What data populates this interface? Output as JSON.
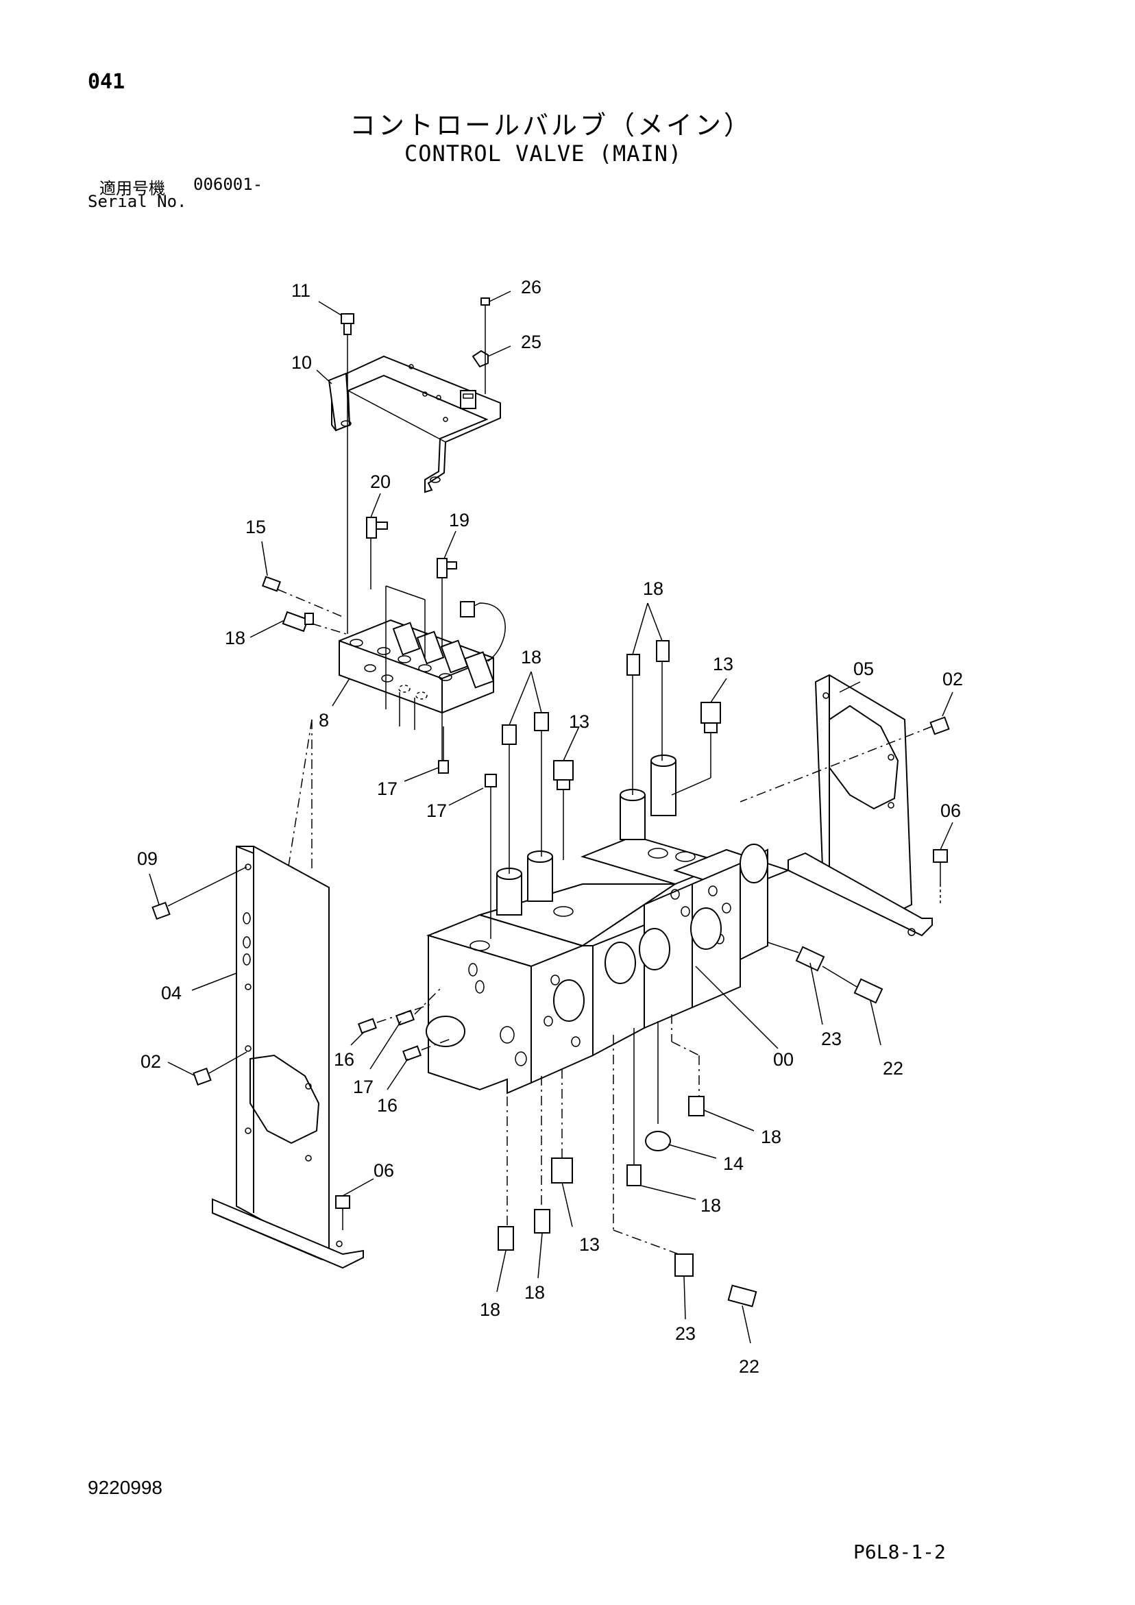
{
  "header": {
    "page_number": "041",
    "title_jp": "コントロールバルブ（メイン）",
    "title_en": "CONTROL VALVE (MAIN)",
    "serial_label_jp": "適用号機",
    "serial_range": "006001-",
    "serial_label_en": "Serial No."
  },
  "footer": {
    "doc_number": "9220998",
    "page_code": "P6L8-1-2"
  },
  "callouts": [
    {
      "id": "c11",
      "text": "11"
    },
    {
      "id": "c26",
      "text": "26"
    },
    {
      "id": "c25",
      "text": "25"
    },
    {
      "id": "c10",
      "text": "10"
    },
    {
      "id": "c20",
      "text": "20"
    },
    {
      "id": "c15",
      "text": "15"
    },
    {
      "id": "c19",
      "text": "19"
    },
    {
      "id": "c18a",
      "text": "18"
    },
    {
      "id": "c18b",
      "text": "18"
    },
    {
      "id": "c18c",
      "text": "18"
    },
    {
      "id": "c13a",
      "text": "13"
    },
    {
      "id": "c05",
      "text": "05"
    },
    {
      "id": "c02a",
      "text": "02"
    },
    {
      "id": "c13b",
      "text": "13"
    },
    {
      "id": "c8",
      "text": "8"
    },
    {
      "id": "c17a",
      "text": "17"
    },
    {
      "id": "c17b",
      "text": "17"
    },
    {
      "id": "c06a",
      "text": "06"
    },
    {
      "id": "c09",
      "text": "09"
    },
    {
      "id": "c04",
      "text": "04"
    },
    {
      "id": "c02b",
      "text": "02"
    },
    {
      "id": "c16a",
      "text": "16"
    },
    {
      "id": "c17c",
      "text": "17"
    },
    {
      "id": "c16b",
      "text": "16"
    },
    {
      "id": "c23a",
      "text": "23"
    },
    {
      "id": "c00",
      "text": "00"
    },
    {
      "id": "c22a",
      "text": "22"
    },
    {
      "id": "c18d",
      "text": "18"
    },
    {
      "id": "c14",
      "text": "14"
    },
    {
      "id": "c18e",
      "text": "18"
    },
    {
      "id": "c06b",
      "text": "06"
    },
    {
      "id": "c13c",
      "text": "13"
    },
    {
      "id": "c18f",
      "text": "18"
    },
    {
      "id": "c18g",
      "text": "18"
    },
    {
      "id": "c23b",
      "text": "23"
    },
    {
      "id": "c22b",
      "text": "22"
    }
  ]
}
